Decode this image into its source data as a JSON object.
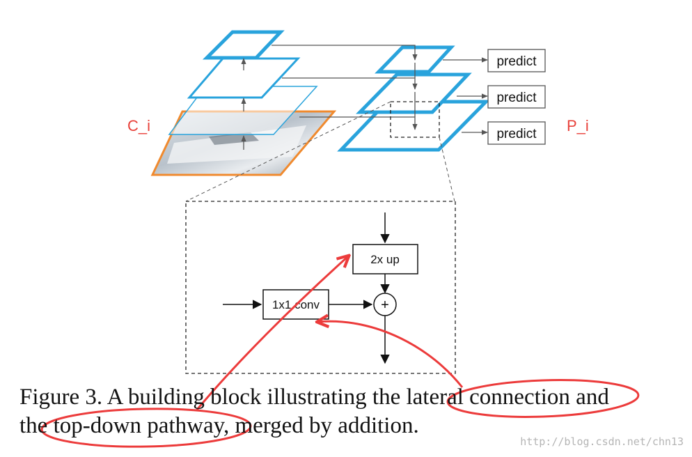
{
  "labels": {
    "c_i": "C_i",
    "p_i": "P_i",
    "predict": [
      "predict",
      "predict",
      "predict"
    ],
    "upsample": "2x up",
    "conv": "1x1 conv",
    "add_symbol": "+"
  },
  "caption": {
    "line1": "Figure 3. A building block illustrating the lateral connection and",
    "line2": "the top-down pathway, merged by addition."
  },
  "watermark": "http://blog.csdn.net/chn13",
  "colors": {
    "pyramid_blue": "#29a3dc",
    "image_outline": "#f08a2e",
    "label_red": "#e8413a",
    "annotation_red": "#ec3b3b",
    "arrow_gray": "#555555"
  }
}
